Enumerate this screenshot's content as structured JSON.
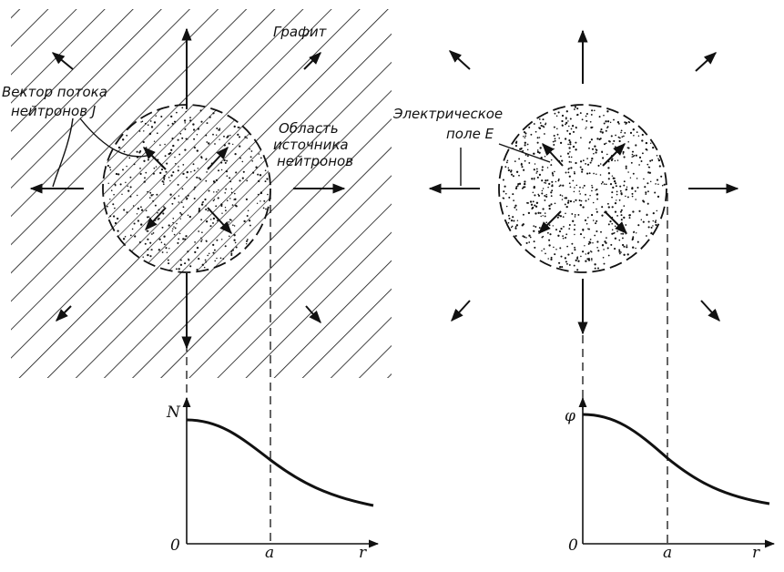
{
  "left_panel": {
    "graphite_label": "Графит",
    "flux_label_line1": "Вектор потока",
    "flux_label_line2": "нейтронов J",
    "source_label_line1": "Область",
    "source_label_line2": "источника",
    "source_label_line3": "нейтронов",
    "plot": {
      "ylabel": "N",
      "origin": "0",
      "xtick": "a",
      "xlabel": "r"
    }
  },
  "right_panel": {
    "field_label_line1": "Электрическое",
    "field_label_line2": "поле E",
    "plot": {
      "ylabel": "φ",
      "origin": "0",
      "xtick": "a",
      "xlabel": "r"
    }
  },
  "colors": {
    "ink": "#111111",
    "background": "#ffffff"
  }
}
